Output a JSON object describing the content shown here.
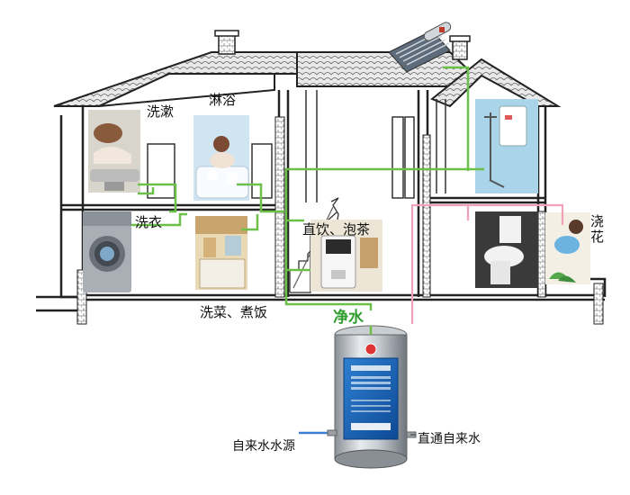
{
  "labels": {
    "wash_face": "洗漱",
    "shower": "淋浴",
    "laundry": "洗衣",
    "drink_tea": "直饮、泡茶",
    "water_flowers": "浇花",
    "wash_cook": "洗菜、煮饭",
    "pure_water": "净水",
    "tap_source": "自来水水源",
    "direct_tap": "直通自来水"
  },
  "colors": {
    "pure_pipe": "#6cc04a",
    "tap_pipe": "#f0a0b8",
    "source_pipe": "#3a7fd5",
    "wall": "#222222"
  }
}
